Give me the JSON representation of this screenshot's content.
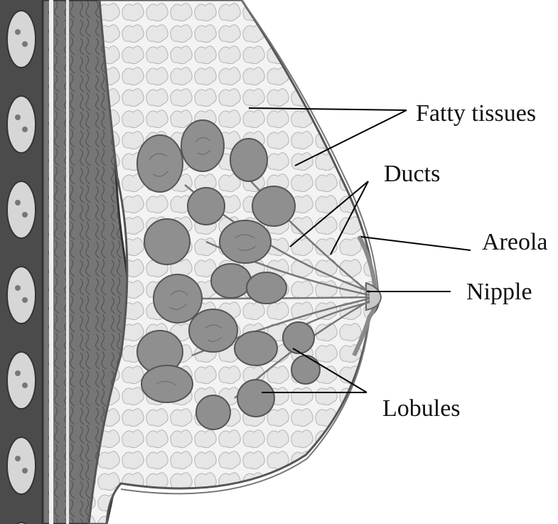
{
  "diagram": {
    "labels": {
      "fatty_tissues": "Fatty tissues",
      "ducts": "Ducts",
      "areola": "Areola",
      "nipple": "Nipple",
      "lobules": "Lobules"
    },
    "colors": {
      "background": "#ffffff",
      "outline": "#555555",
      "chest_muscle": "#7a7a7a",
      "lobule_fill": "#8f8f8f",
      "fat_fill": "#eeeeee",
      "leader_line": "#000000"
    }
  }
}
